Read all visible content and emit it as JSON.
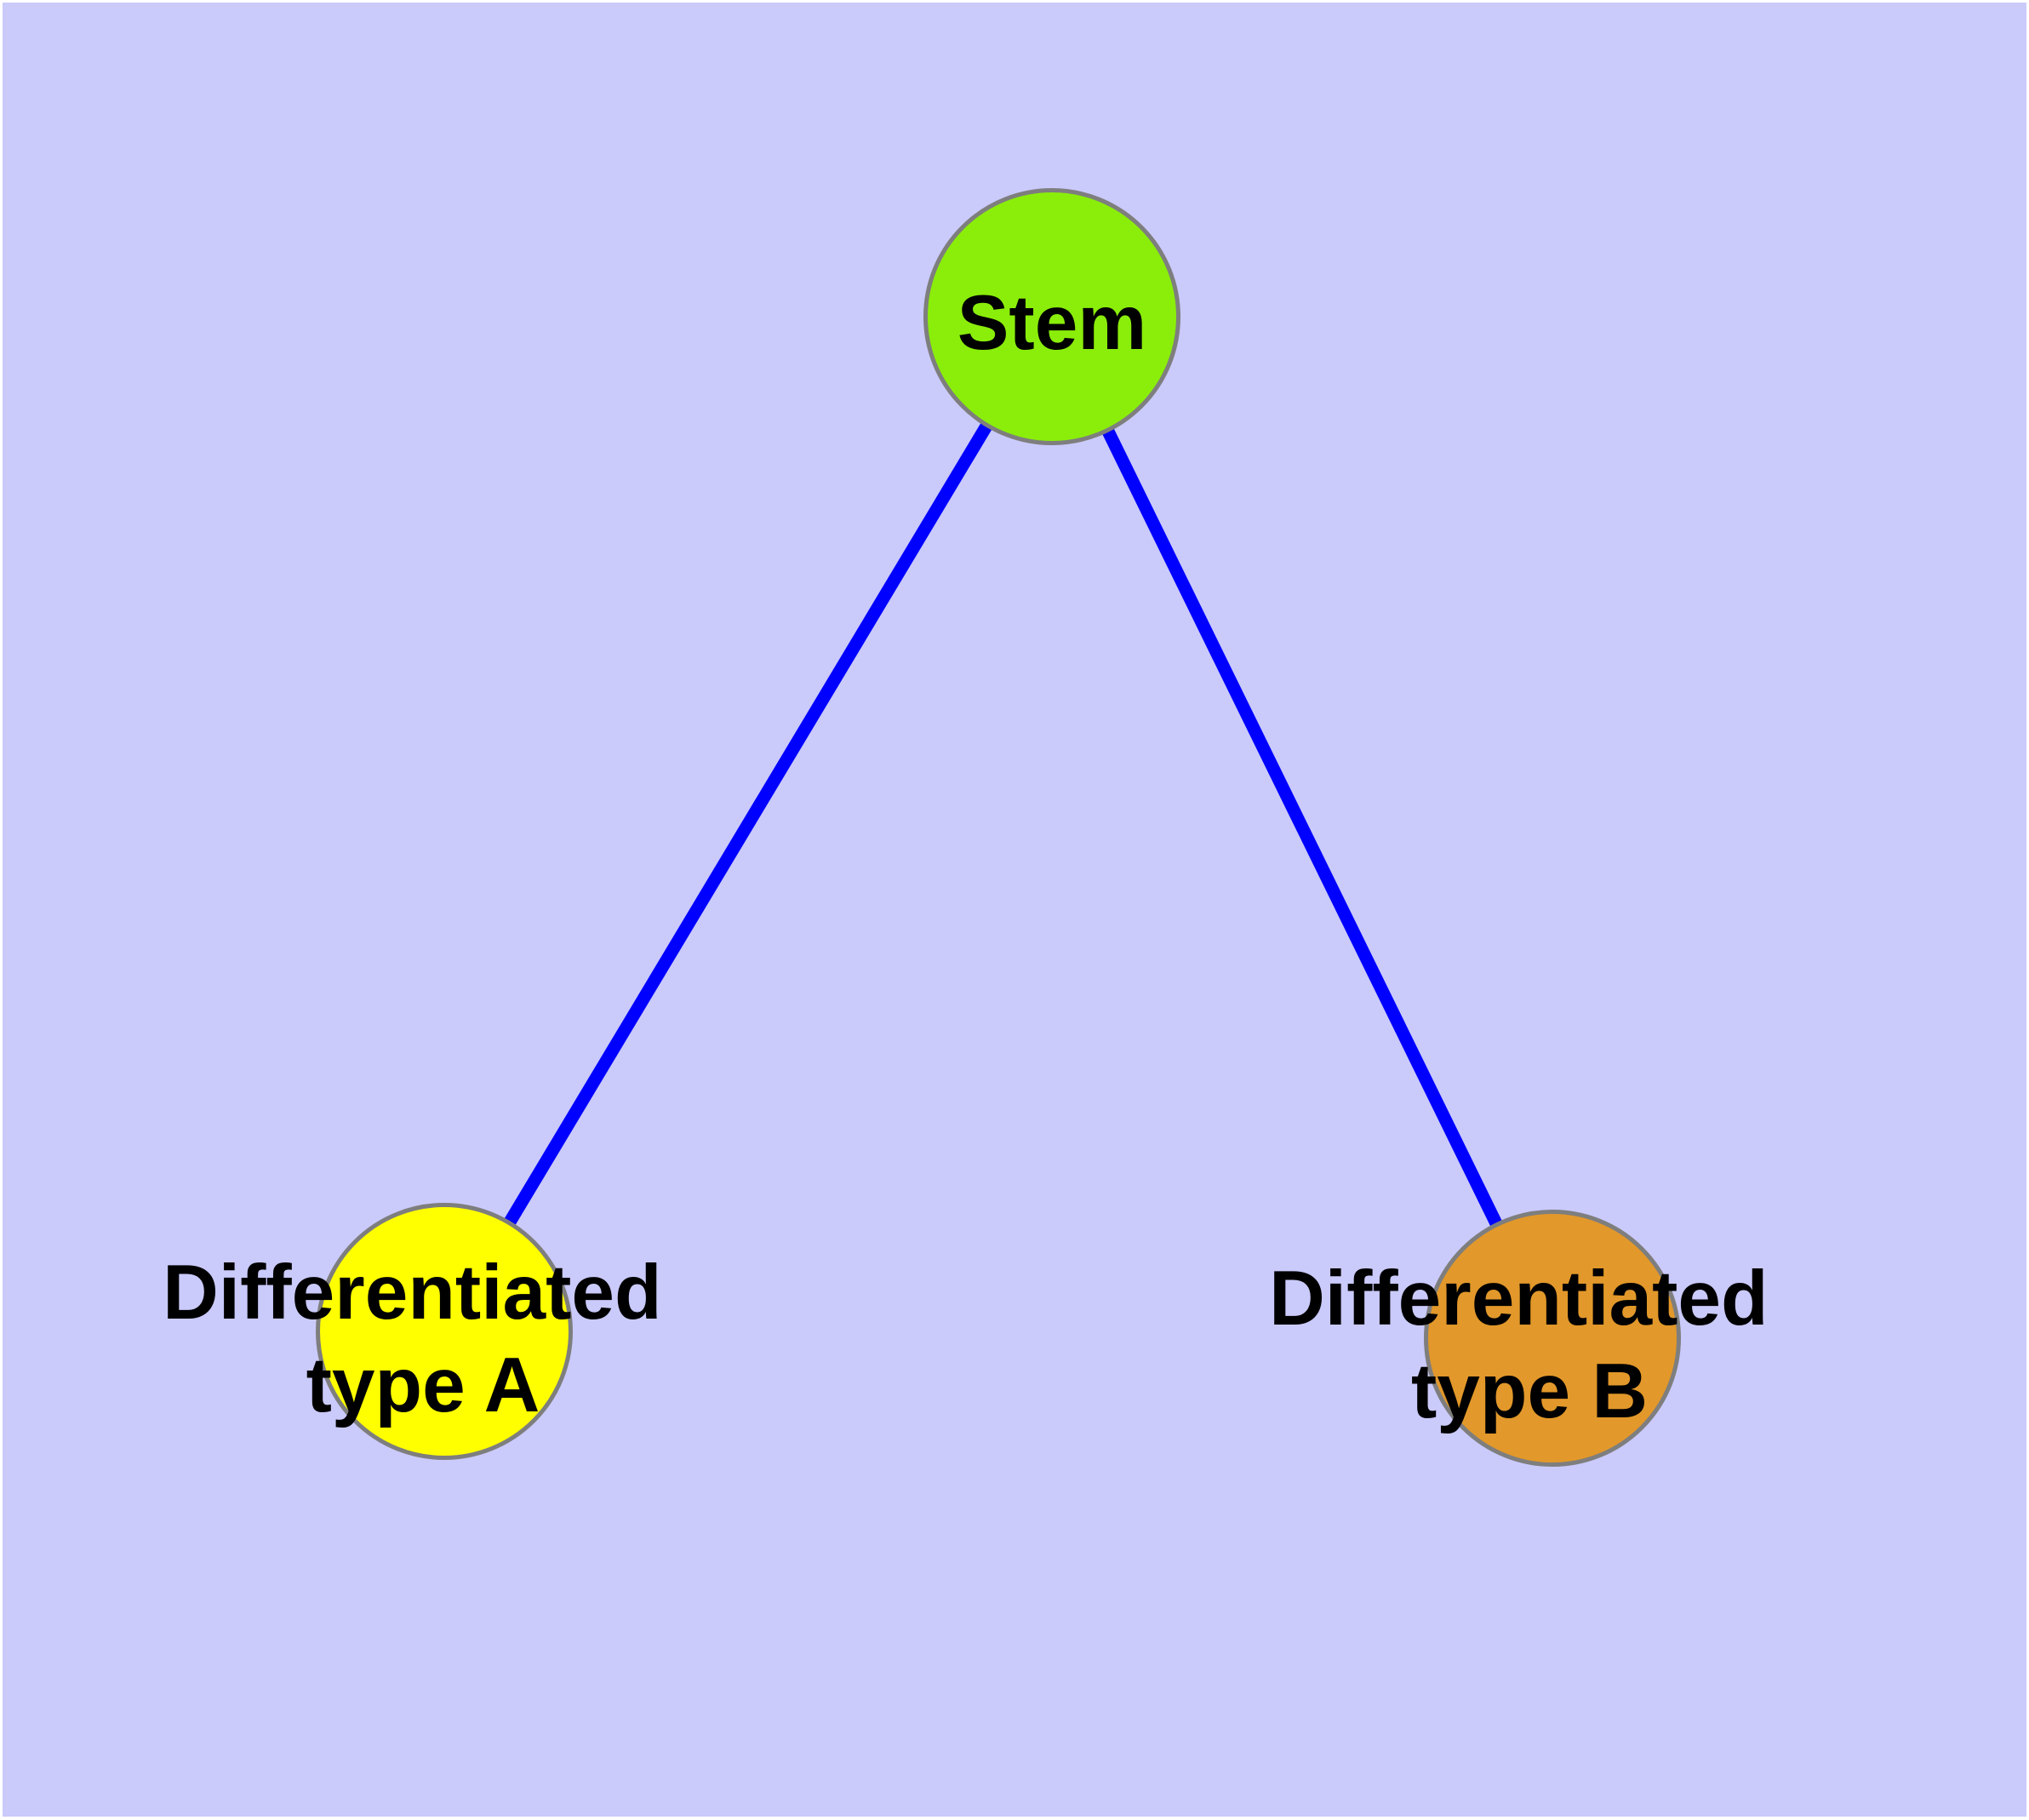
{
  "figure": {
    "background_color": "#CACAFB",
    "frame_color": "#FFFFFF",
    "edge_color": "#0000FF",
    "node_border_color": "#7E7E7E",
    "text_color": "#000000",
    "nodes": [
      {
        "id": "stem",
        "label": "Stem",
        "fill": "#8AEE0A"
      },
      {
        "id": "differentiated-type-a",
        "label": "Differentiated type A",
        "label_line1": "Differentiated",
        "label_line2": "type A",
        "fill": "#FFFF00"
      },
      {
        "id": "differentiated-type-b",
        "label": "Differentiated type B",
        "label_line1": "Differentiated",
        "label_line2": "type B",
        "fill": "#E2982A"
      }
    ],
    "edges": [
      {
        "from": "Stem",
        "to": "Differentiated type A"
      },
      {
        "from": "Stem",
        "to": "Differentiated type B"
      }
    ]
  }
}
